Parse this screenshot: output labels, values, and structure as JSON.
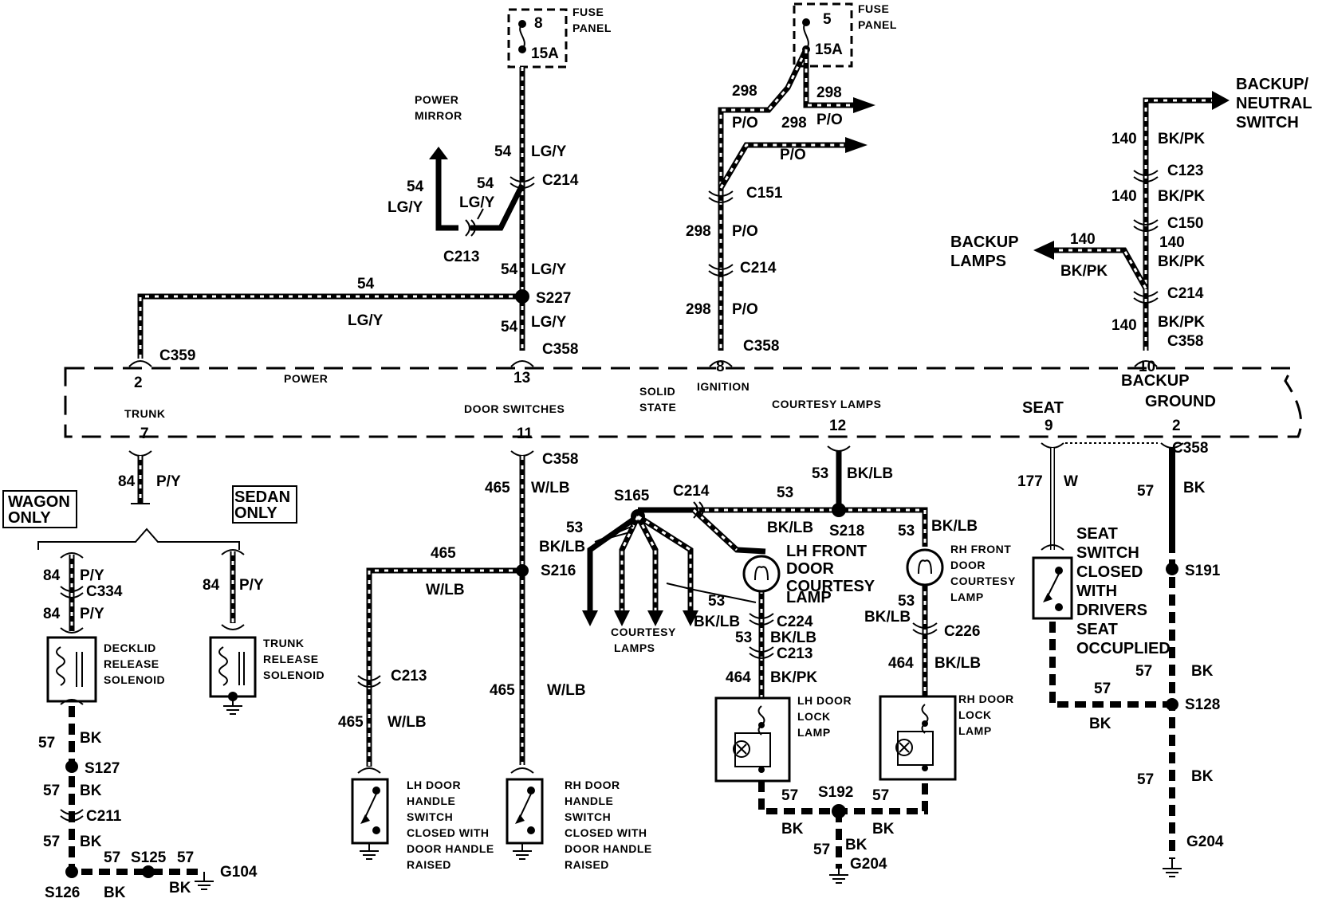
{
  "fuse_left": {
    "number": "8",
    "rating": "15A",
    "label1": "FUSE",
    "label2": "PANEL"
  },
  "fuse_right": {
    "number": "5",
    "rating": "15A",
    "label1": "FUSE",
    "label2": "PANEL"
  },
  "power_mirror": {
    "line1": "POWER",
    "line2": "MIRROR"
  },
  "module": {
    "power": "POWER",
    "trunk": "TRUNK",
    "door_switches": "DOOR SWITCHES",
    "solid": "SOLID",
    "state": "STATE",
    "ignition": "IGNITION",
    "courtesy_lamps": "COURTESY LAMPS",
    "seat": "SEAT",
    "backup": "BACKUP",
    "ground": "GROUND"
  },
  "pins": {
    "p2": "2",
    "p13": "13",
    "p8": "8",
    "p10": "10",
    "p7": "7",
    "p11": "11",
    "p12": "12",
    "p9": "9",
    "pg2": "2"
  },
  "connectors": {
    "c214a": "C214",
    "c213a": "C213",
    "c359": "C359",
    "c358a": "C358",
    "s227": "S227",
    "c151": "C151",
    "c214b": "C214",
    "c358b": "C358",
    "c123": "C123",
    "c150": "C150",
    "c214c": "C214",
    "c358c": "C358",
    "c358d": "C358",
    "c358e": "C358",
    "c358f": "C358",
    "s216": "S216",
    "c213b": "C213",
    "s165": "S165",
    "c214d": "C214",
    "s218": "S218",
    "c224": "C224",
    "c213c": "C213",
    "c226": "C226",
    "s191": "S191",
    "s128": "S128",
    "s192": "S192",
    "g204a": "G204",
    "g204b": "G204",
    "c334": "C334",
    "s127": "S127",
    "c211": "C211",
    "s126": "S126",
    "s125": "S125",
    "g104": "G104"
  },
  "wires": {
    "w54": "54",
    "lgy": "LG/Y",
    "w298": "298",
    "po": "P/O",
    "w140": "140",
    "bkpk": "BK/PK",
    "w84": "84",
    "py": "P/Y",
    "w465": "465",
    "wlb": "W/LB",
    "w53": "53",
    "bklb": "BK/LB",
    "w464": "464",
    "w177": "177",
    "w": "W",
    "w57": "57",
    "bk": "BK"
  },
  "destinations": {
    "backup_neutral": [
      "BACKUP/",
      "NEUTRAL",
      "SWITCH"
    ],
    "backup_lamps": [
      "BACKUP",
      "LAMPS"
    ],
    "courtesy_lamps": [
      "COURTESY",
      "LAMPS"
    ]
  },
  "options": {
    "wagon": [
      "WAGON",
      "ONLY"
    ],
    "sedan": [
      "SEDAN",
      "ONLY"
    ]
  },
  "components": {
    "decklid": [
      "DECKLID",
      "RELEASE",
      "SOLENOID"
    ],
    "trunk": [
      "TRUNK",
      "RELEASE",
      "SOLENOID"
    ],
    "lh_handle": [
      "LH DOOR",
      "HANDLE",
      "SWITCH",
      "CLOSED WITH",
      "DOOR HANDLE",
      "RAISED"
    ],
    "rh_handle": [
      "RH DOOR",
      "HANDLE",
      "SWITCH",
      "CLOSED WITH",
      "DOOR HANDLE",
      "RAISED"
    ],
    "lh_courtesy": [
      "LH FRONT",
      "DOOR",
      "COURTESY",
      "LAMP"
    ],
    "rh_courtesy": [
      "RH FRONT",
      "DOOR",
      "COURTESY",
      "LAMP"
    ],
    "lh_lock": [
      "LH DOOR",
      "LOCK",
      "LAMP"
    ],
    "rh_lock": [
      "RH DOOR",
      "LOCK",
      "LAMP"
    ],
    "seat_switch": [
      "SEAT",
      "SWITCH",
      "CLOSED",
      "WITH",
      "DRIVERS",
      "SEAT",
      "OCCUPLIED"
    ]
  }
}
